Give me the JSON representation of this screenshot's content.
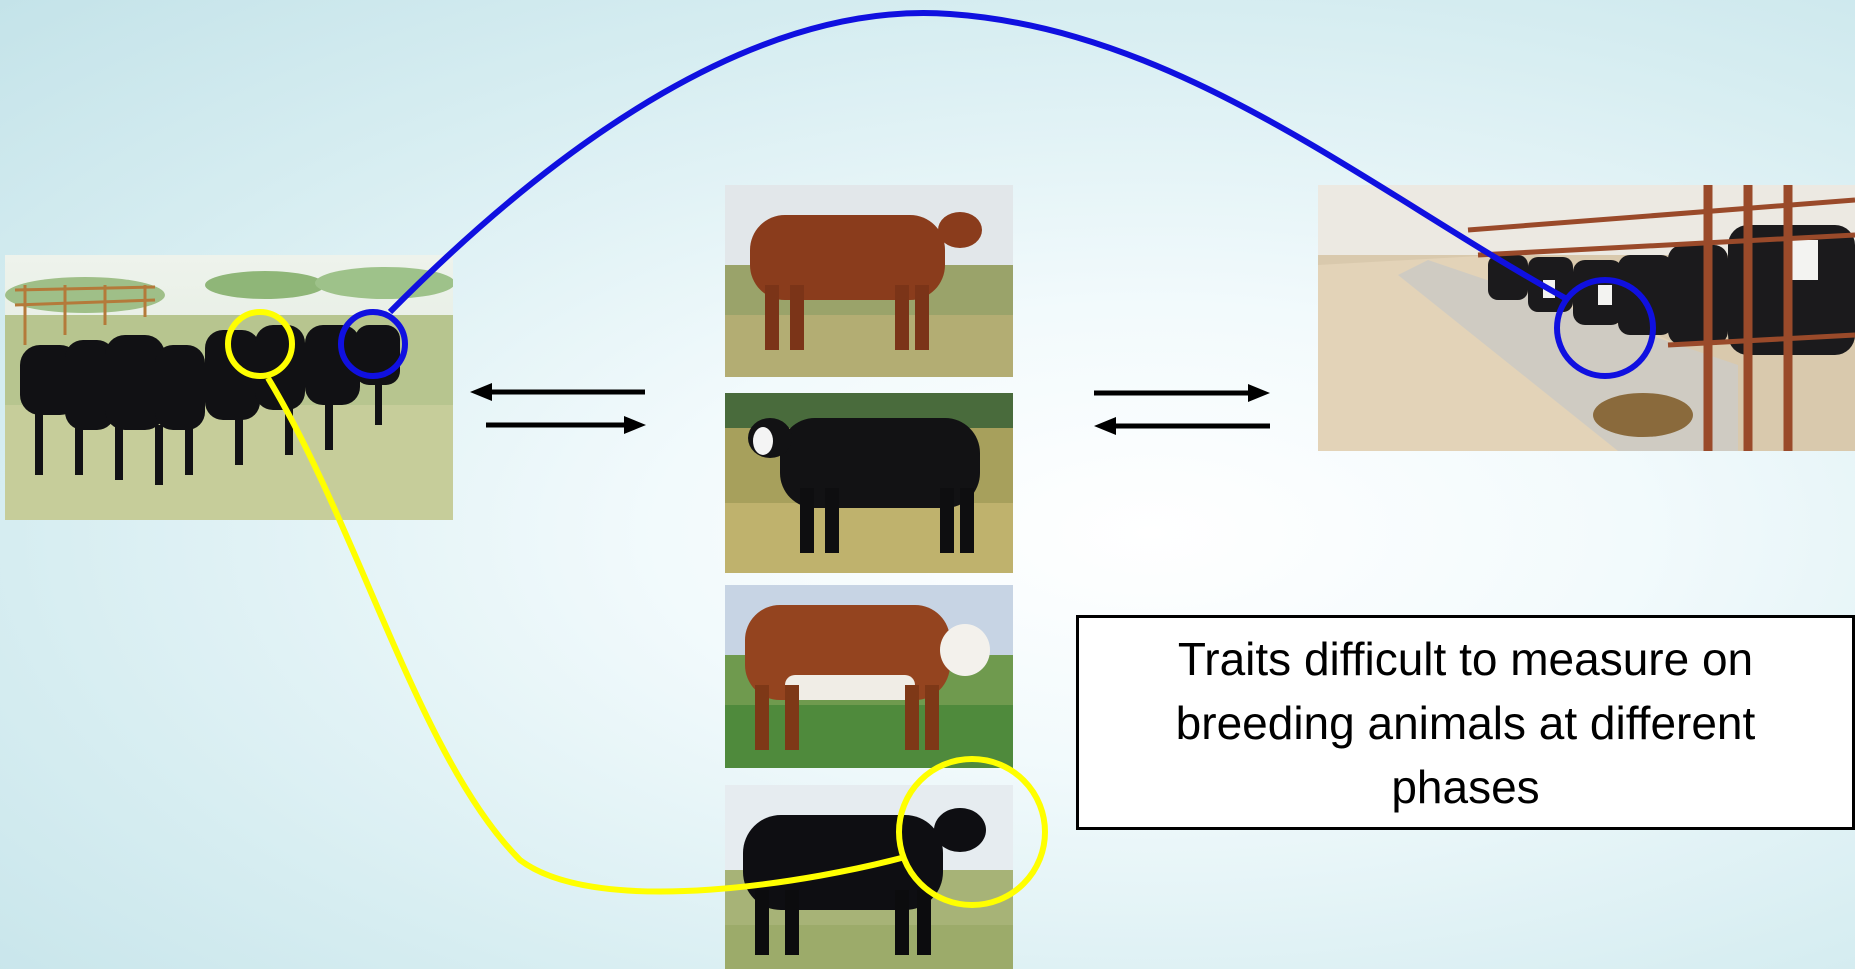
{
  "caption": {
    "text": "Traits difficult to measure on breeding animals at different phases"
  },
  "images": [
    {
      "name": "herd-photo",
      "description_icon": "black-cattle-herd"
    },
    {
      "name": "red-cow-photo",
      "description_icon": "red-cow"
    },
    {
      "name": "black-baldy-cow-photo",
      "description_icon": "black-white-face-cow"
    },
    {
      "name": "hereford-cow-photo",
      "description_icon": "hereford-cow"
    },
    {
      "name": "black-angus-cow-photo",
      "description_icon": "black-angus-cow"
    },
    {
      "name": "feedlot-photo",
      "description_icon": "feedlot-cattle"
    }
  ],
  "colors": {
    "blue_link": "#1010e0",
    "yellow_link": "#ffff00",
    "arrow": "#000000",
    "caption_border": "#000000"
  }
}
